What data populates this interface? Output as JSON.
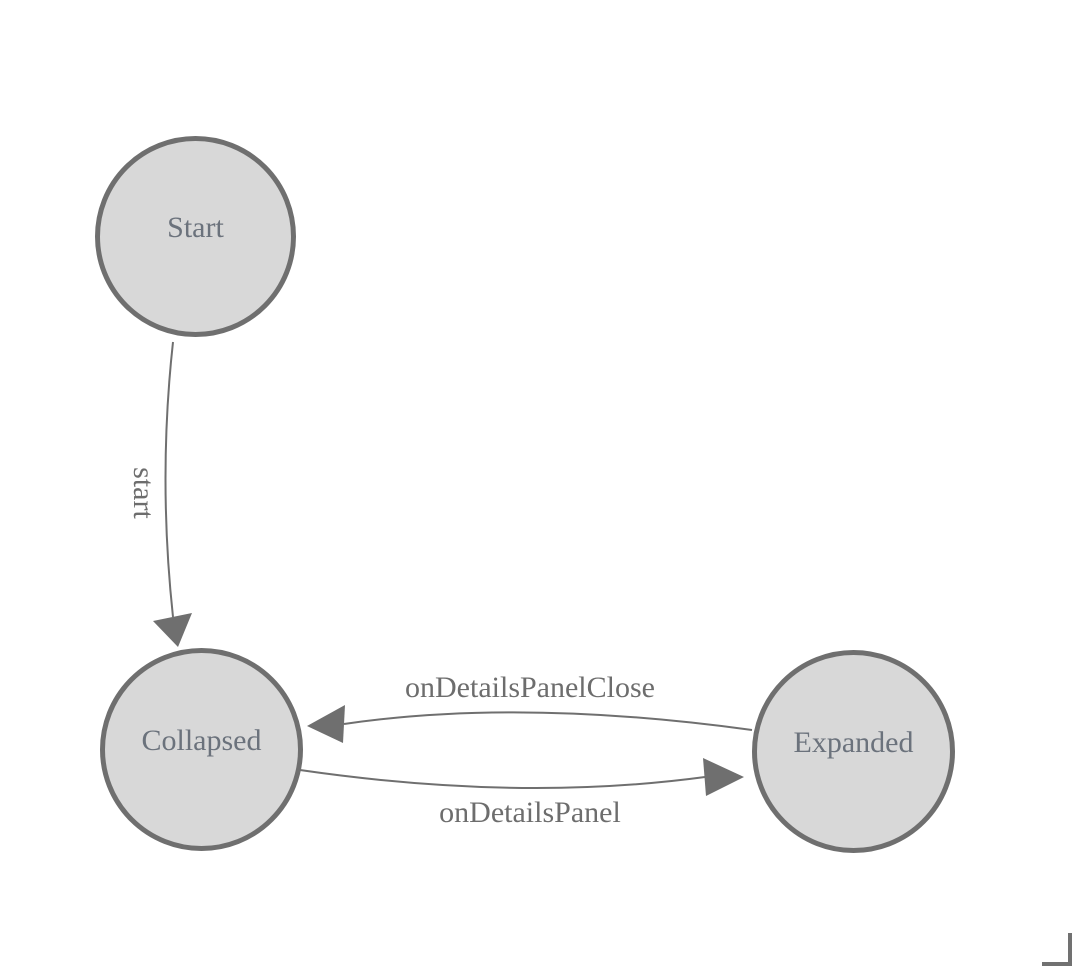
{
  "diagram": {
    "nodes": [
      {
        "id": "Start",
        "label": "Start"
      },
      {
        "id": "Collapsed",
        "label": "Collapsed"
      },
      {
        "id": "Expanded",
        "label": "Expanded"
      }
    ],
    "edges": [
      {
        "from": "Start",
        "to": "Collapsed",
        "label": "start"
      },
      {
        "from": "Expanded",
        "to": "Collapsed",
        "label": "onDetailsPanelClose"
      },
      {
        "from": "Collapsed",
        "to": "Expanded",
        "label": "onDetailsPanel"
      }
    ],
    "colors": {
      "background": "#ffffff",
      "node_fill": "#d8d8d8",
      "node_border": "#6f6f6f",
      "edge_stroke": "#6f6f6f",
      "arrowhead": "#6f6f6f",
      "node_text": "#6b727c",
      "edge_text": "#6d6d6d",
      "corner_mark": "#717171"
    }
  }
}
